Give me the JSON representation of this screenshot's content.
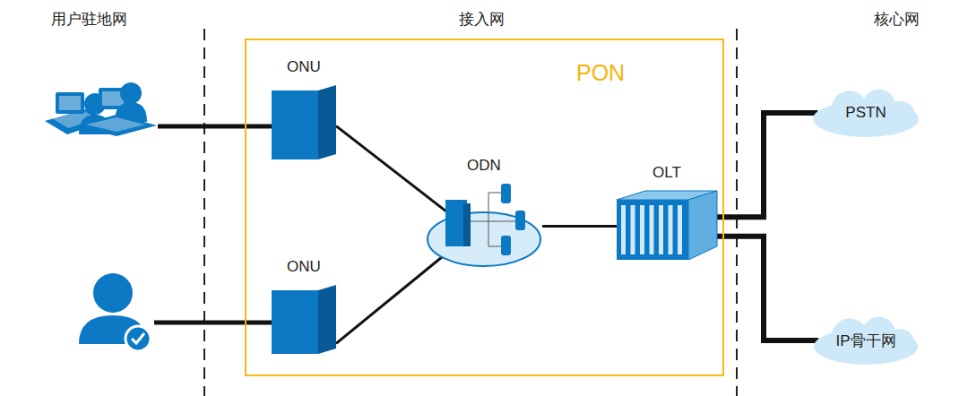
{
  "diagram": {
    "nodes": [
      {
        "text": [
          "PON"
        ]
      },
      {
        "text": [
          "ONU"
        ],
        "in": 0
      },
      {
        "text": [
          "ONU"
        ],
        "in": 0
      },
      {
        "text": [
          "ODN"
        ],
        "in": 0
      },
      {
        "text": [
          "OLT"
        ],
        "in": 0
      },
      {
        "text": [
          "PSTN"
        ]
      },
      {
        "text": [
          "IP骨干网"
        ]
      }
    ],
    "edges": [
      {
        "from": 1,
        "to": 3,
        "arrow": "none"
      },
      {
        "from": 2,
        "to": 3,
        "arrow": "none"
      },
      {
        "from": 3,
        "to": 4,
        "arrow": "none"
      },
      {
        "from": 4,
        "to": 5,
        "arrow": "none"
      },
      {
        "from": 4,
        "to": 6,
        "arrow": "none"
      }
    ],
    "labels": [
      "用户驻地网",
      "接入网",
      "核心网"
    ]
  }
}
